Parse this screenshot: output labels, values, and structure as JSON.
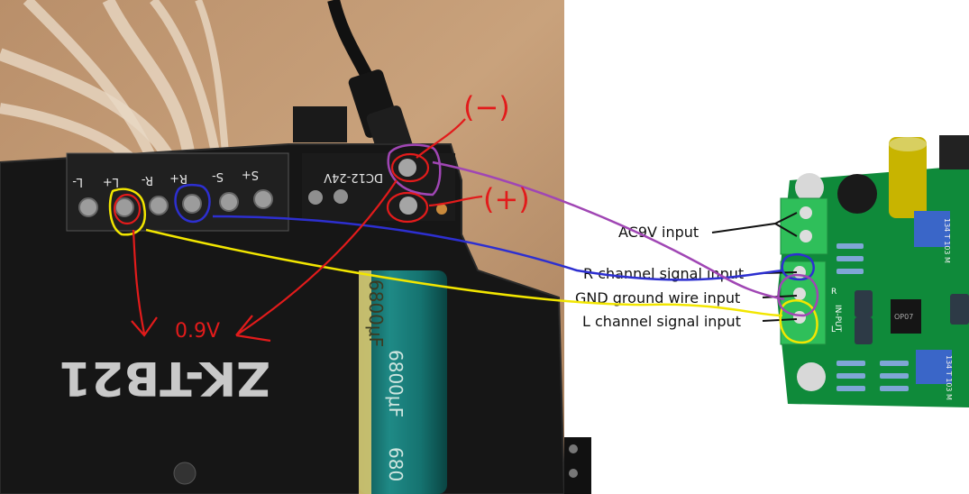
{
  "board_photo": {
    "model_label": "ZK-TB21",
    "pin_labels": [
      "L-",
      "L+",
      "R-",
      "R+",
      "S-",
      "S+"
    ],
    "power_label": "DC12-24V",
    "capacitor_text": "6800μF",
    "capacitor_text_bottom": "680"
  },
  "annotations": {
    "minus_mark": "(−)",
    "plus_mark": "(+)",
    "voltage": "0.9V"
  },
  "preamp_board": {
    "labels": [
      "AC9V input",
      "R channel signal input",
      "GND ground wire input",
      "L channel signal input"
    ],
    "silkscreen": [
      "IN-PUT",
      "R",
      "L"
    ],
    "trimmer_text": "134 T 103 M",
    "ic_text": "OP07"
  },
  "colors": {
    "red": "#e21b1b",
    "yellow": "#f2e600",
    "blue": "#2d2fd0",
    "purple": "#a046b4",
    "pcb_green": "#0f8a3a",
    "terminal_green": "#2fbf5a"
  }
}
